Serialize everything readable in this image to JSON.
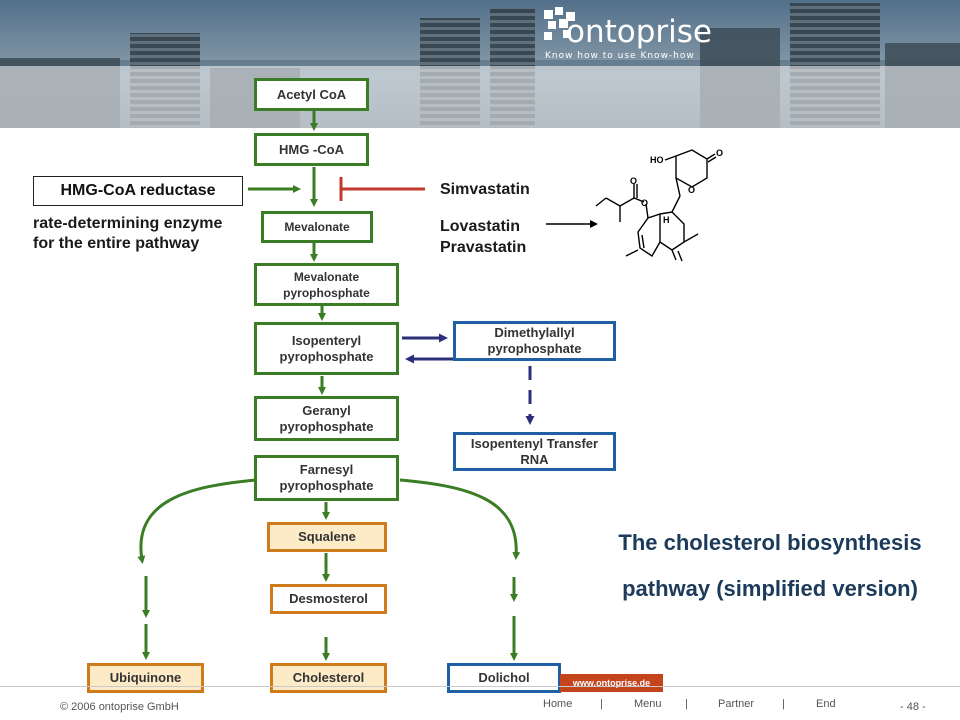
{
  "brand": {
    "name": "ontoprise",
    "tagline": "Know how to use Know-how",
    "url": "www.ontoprise.de"
  },
  "pathway": {
    "acetyl_coa": "Acetyl CoA",
    "hmg_coa": "HMG -CoA",
    "mevalonate": "Mevalonate",
    "mevalonate_pp": "Mevalonate pyrophosphate",
    "isopenteryl_pp": "Isopenteryl pyrophosphate",
    "geranyl_pp": "Geranyl pyrophosphate",
    "farnesyl_pp": "Farnesyl pyrophosphate",
    "squalene": "Squalene",
    "desmosterol": "Desmosterol",
    "cholesterol": "Cholesterol",
    "ubiquinone": "Ubiquinone",
    "dolichol": "Dolichol",
    "dimethylallyl_pp": "Dimethylallyl pyrophosphate",
    "isopentenyl_trna": "Isopentenyl Transfer RNA"
  },
  "enzyme": {
    "name": "HMG-CoA reductase",
    "note": "rate-determining enzyme for the entire pathway"
  },
  "inhibitors": [
    "Simvastatin",
    "Lovastatin",
    "Pravastatin"
  ],
  "molecule_atoms": {
    "ho": "HO",
    "o1": "O",
    "o2": "O",
    "o3": "O",
    "o4": "O",
    "h": "H"
  },
  "title_lines": [
    "The cholesterol biosynthesis",
    "pathway (simplified version)"
  ],
  "footer": {
    "copyright": "© 2006 ontoprise GmbH",
    "nav": [
      "Home",
      "|",
      "Menu",
      "|",
      "Partner",
      "|",
      "End"
    ],
    "page": "- 48 -"
  },
  "colors": {
    "green": "#3a7d24",
    "blue": "#1f5fa3",
    "navy": "#2b2f7a",
    "orange": "#cf7b1b",
    "red_inhibit": "#c0392b",
    "title": "#1c3a5a"
  }
}
